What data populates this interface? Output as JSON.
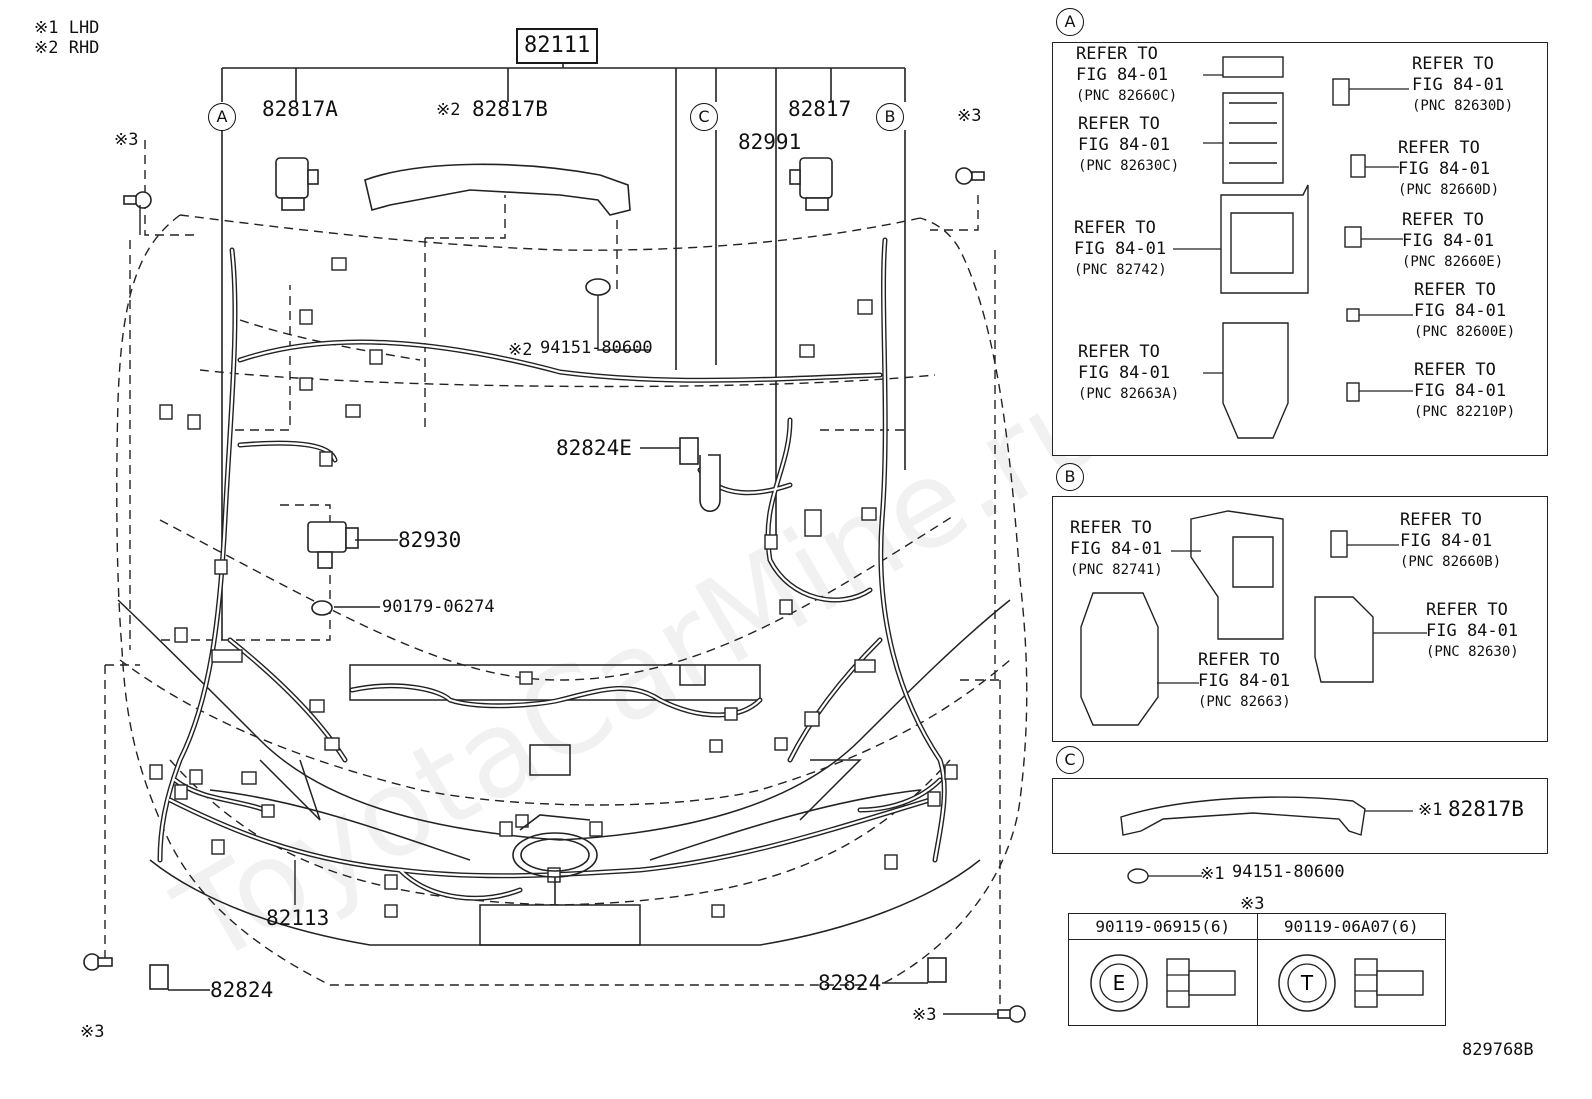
{
  "notes": {
    "lhd": "※1 LHD",
    "rhd": "※2 RHD"
  },
  "main_part": "82111",
  "callouts": {
    "c82817A": "82817A",
    "c82817B": "82817B",
    "c82817B_prefix": "※2",
    "c82817": "82817",
    "c82991": "82991",
    "c94151": "94151-80600",
    "c94151_prefix": "※2",
    "c82824E": "82824E",
    "c82930": "82930",
    "c90179": "90179-06274",
    "c82113": "82113",
    "c82824_left": "82824",
    "c82824_right": "82824",
    "star3": "※3"
  },
  "circle_labels": {
    "a": "A",
    "b": "B",
    "c": "C"
  },
  "panel_a": {
    "label": "A",
    "refs": [
      {
        "line1": "REFER TO",
        "line2": "FIG 84-01",
        "pnc": "(PNC 82660C)"
      },
      {
        "line1": "REFER TO",
        "line2": "FIG 84-01",
        "pnc": "(PNC 82630C)"
      },
      {
        "line1": "REFER TO",
        "line2": "FIG 84-01",
        "pnc": "(PNC 82742)"
      },
      {
        "line1": "REFER TO",
        "line2": "FIG 84-01",
        "pnc": "(PNC 82663A)"
      },
      {
        "line1": "REFER TO",
        "line2": "FIG 84-01",
        "pnc": "(PNC 82630D)"
      },
      {
        "line1": "REFER TO",
        "line2": "FIG 84-01",
        "pnc": "(PNC 82660D)"
      },
      {
        "line1": "REFER TO",
        "line2": "FIG 84-01",
        "pnc": "(PNC 82660E)"
      },
      {
        "line1": "REFER TO",
        "line2": "FIG 84-01",
        "pnc": "(PNC 82600E)"
      },
      {
        "line1": "REFER TO",
        "line2": "FIG 84-01",
        "pnc": "(PNC 82210P)"
      }
    ]
  },
  "panel_b": {
    "label": "B",
    "refs": [
      {
        "line1": "REFER TO",
        "line2": "FIG 84-01",
        "pnc": "(PNC 82741)"
      },
      {
        "line1": "REFER TO",
        "line2": "FIG 84-01",
        "pnc": "(PNC 82663)"
      },
      {
        "line1": "REFER TO",
        "line2": "FIG 84-01",
        "pnc": "(PNC 82660B)"
      },
      {
        "line1": "REFER TO",
        "line2": "FIG 84-01",
        "pnc": "(PNC 82630)"
      }
    ]
  },
  "panel_c": {
    "label": "C",
    "part": "82817B",
    "part_prefix": "※1",
    "clip": "94151-80600",
    "clip_prefix": "※1"
  },
  "bolt_table": {
    "title": "※3",
    "col1": "90119-06915(6)",
    "col2": "90119-06A07(6)",
    "mark1": "E",
    "mark2": "T"
  },
  "figure_code": "829768B",
  "watermark": "ToyotaCarMine.ru"
}
